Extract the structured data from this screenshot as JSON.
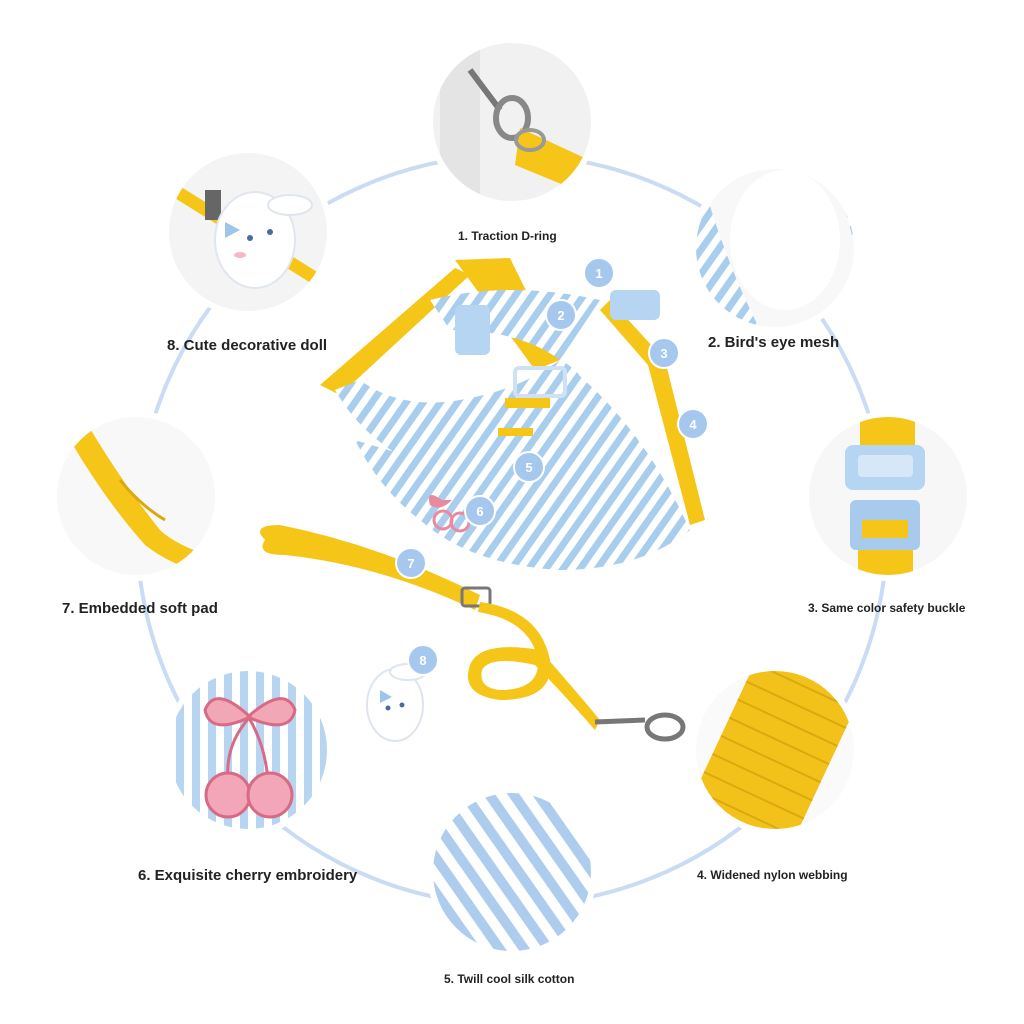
{
  "features": [
    {
      "label": "1. Traction D-ring",
      "icon": "d-ring-clip"
    },
    {
      "label": "2. Bird's eye mesh",
      "icon": "mesh-fabric"
    },
    {
      "label": "3. Same color safety buckle",
      "icon": "safety-buckle"
    },
    {
      "label": "4. Widened nylon webbing",
      "icon": "nylon-webbing"
    },
    {
      "label": "5. Twill cool silk cotton",
      "icon": "striped-fabric"
    },
    {
      "label": "6. Exquisite cherry embroidery",
      "icon": "cherry-embroidery"
    },
    {
      "label": "7. Embedded soft pad",
      "icon": "soft-pad"
    },
    {
      "label": "8. Cute decorative doll",
      "icon": "decorative-doll"
    }
  ],
  "markers": [
    "1",
    "2",
    "3",
    "4",
    "5",
    "6",
    "7",
    "8"
  ],
  "colors": {
    "ring": "#c9dcf3",
    "yellow": "#f5c518",
    "light_blue": "#a9cdec",
    "badge": "#a6c8ee",
    "pink": "#e98aa0"
  }
}
